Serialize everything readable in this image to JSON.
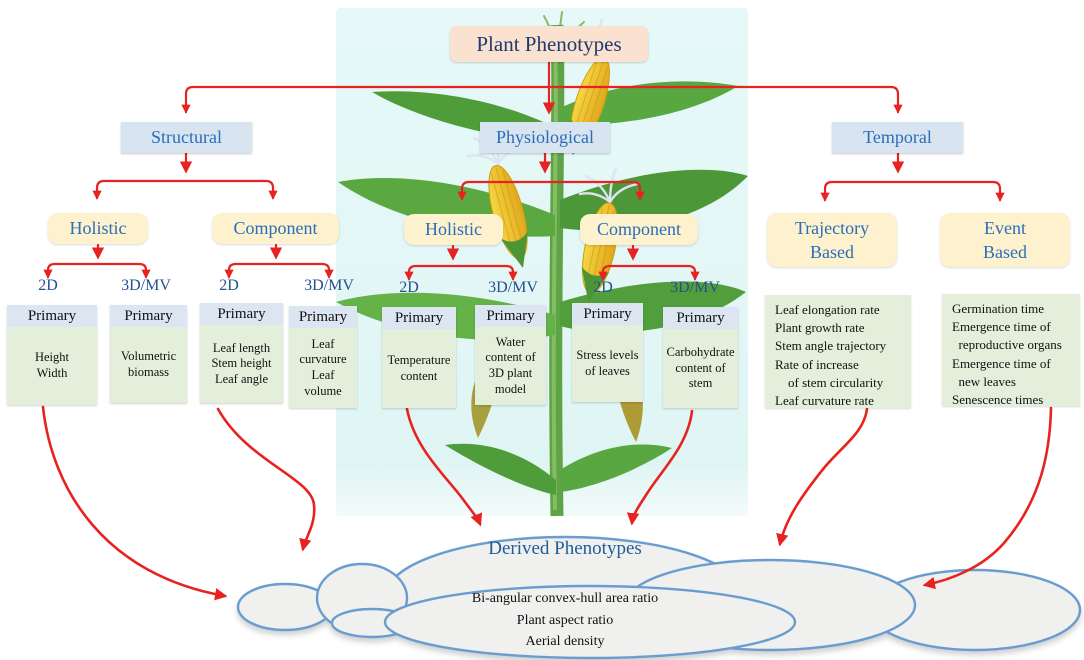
{
  "tree": {
    "root": "Plant Phenotypes",
    "structural": {
      "label": "Structural",
      "holistic": {
        "label": "Holistic",
        "d2": {
          "mode": "2D",
          "header": "Primary",
          "lines": [
            "Height",
            "Width"
          ]
        },
        "d3": {
          "mode": "3D/MV",
          "header": "Primary",
          "lines": [
            "Volumetric",
            "biomass"
          ]
        }
      },
      "component": {
        "label": "Component",
        "d2": {
          "mode": "2D",
          "header": "Primary",
          "lines": [
            "Leaf length",
            "Stem height",
            "Leaf angle"
          ]
        },
        "d3": {
          "mode": "3D/MV",
          "header": "Primary",
          "lines": [
            "Leaf",
            "curvature",
            "Leaf",
            "volume"
          ]
        }
      }
    },
    "physiological": {
      "label": "Physiological",
      "holistic": {
        "label": "Holistic",
        "d2": {
          "mode": "2D",
          "header": "Primary",
          "lines": [
            "Temperature",
            "content"
          ]
        },
        "d3": {
          "mode": "3D/MV",
          "header": "Primary",
          "lines": [
            "Water",
            "content of",
            "3D plant",
            "model"
          ]
        }
      },
      "component": {
        "label": "Component",
        "d2": {
          "mode": "2D",
          "header": "Primary",
          "lines": [
            "Stress levels",
            "of leaves"
          ]
        },
        "d3": {
          "mode": "3D/MV",
          "header": "Primary",
          "lines": [
            "Carbohydrate",
            "content of",
            "stem"
          ]
        }
      }
    },
    "temporal": {
      "label": "Temporal",
      "trajectory": {
        "label": "Trajectory Based",
        "lines": [
          "Leaf elongation rate",
          "Plant growth rate",
          "Stem angle trajectory",
          "Rate of increase",
          "    of stem circularity",
          "Leaf curvature rate"
        ]
      },
      "event": {
        "label": "Event Based",
        "lines": [
          "Germination time",
          "Emergence time of",
          "  reproductive organs",
          "Emergence time of",
          "  new leaves",
          "Senescence times"
        ]
      }
    }
  },
  "derived": {
    "title": "Derived Phenotypes",
    "items": [
      "Bi-angular convex-hull area ratio",
      "Plant aspect ratio",
      "Aerial density"
    ]
  },
  "colors": {
    "arrow_red": "#e62320",
    "branch_box": "#d9e4f1",
    "group_box": "#fdf2cd",
    "root_box": "#fbe2d0",
    "primary_header": "#dce6f3",
    "primary_body": "#e3efda",
    "cloud_fill": "#f0f0ee",
    "cloud_stroke": "#6b9cd0",
    "panel_cyan": "#e1f7f6",
    "title_navy": "#1e3a6e",
    "label_blue": "#2a6db8"
  }
}
